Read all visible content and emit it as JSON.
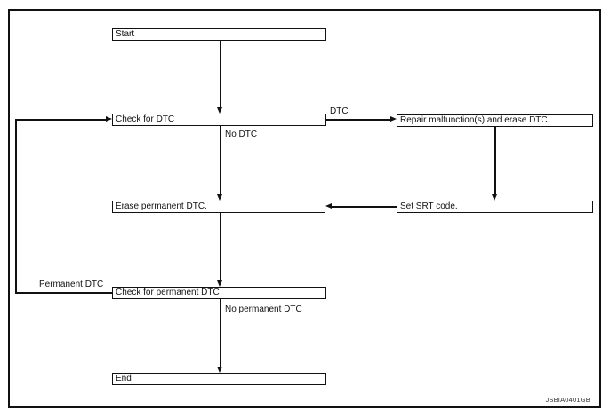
{
  "diagram": {
    "nodes": {
      "start": "Start",
      "check_dtc": "Check for DTC",
      "repair": "Repair malfunction(s) and erase DTC.",
      "erase_permanent": "Erase permanent DTC.",
      "set_srt": "Set SRT code.",
      "check_permanent": "Check for permanent DTC",
      "end": "End"
    },
    "edge_labels": {
      "dtc": "DTC",
      "no_dtc": "No DTC",
      "permanent_dtc": "Permanent DTC",
      "no_permanent_dtc": "No permanent DTC"
    },
    "figure_code": "JSBIA0401GB",
    "colors": {
      "line": "#111111",
      "background": "#ffffff"
    }
  }
}
